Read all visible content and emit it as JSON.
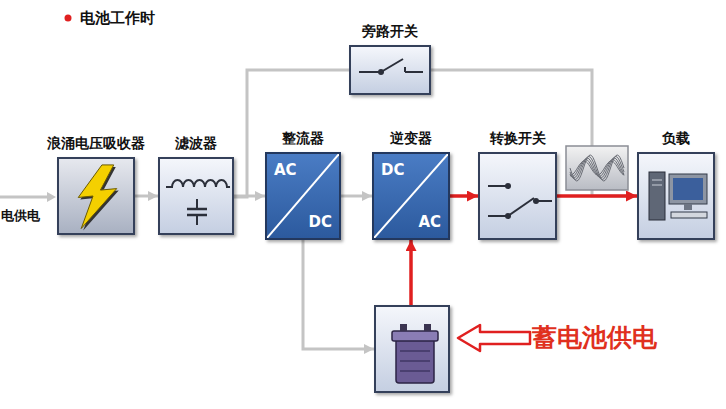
{
  "diagram": {
    "title": "电池工作时",
    "nodes": [
      {
        "text": [
          "旁路开关"
        ]
      },
      {
        "text": [
          "浪涌电压吸收器"
        ]
      },
      {
        "text": [
          "滤波器"
        ]
      },
      {
        "text": [
          "整流器",
          "AC",
          "DC"
        ]
      },
      {
        "text": [
          "逆变器",
          "DC",
          "AC"
        ]
      },
      {
        "text": [
          "转换开关"
        ]
      },
      {
        "text": [
          "负载"
        ]
      },
      {
        "text": [
          "蓄电池供电"
        ]
      }
    ],
    "edges": [
      {
        "from": 1,
        "to": 2,
        "arrow": "to"
      },
      {
        "from": 2,
        "to": 3,
        "arrow": "to"
      },
      {
        "from": 2,
        "to": 0,
        "arrow": "none"
      },
      {
        "from": 0,
        "to": 6,
        "arrow": "none"
      },
      {
        "from": 3,
        "to": 4,
        "arrow": "to"
      },
      {
        "from": 3,
        "to": 7,
        "arrow": "to"
      },
      {
        "from": 7,
        "to": 4,
        "arrow": "to"
      },
      {
        "from": 4,
        "to": 5,
        "arrow": "to"
      },
      {
        "from": 5,
        "to": 6,
        "arrow": "to"
      }
    ],
    "labels": [
      "电供电"
    ]
  }
}
